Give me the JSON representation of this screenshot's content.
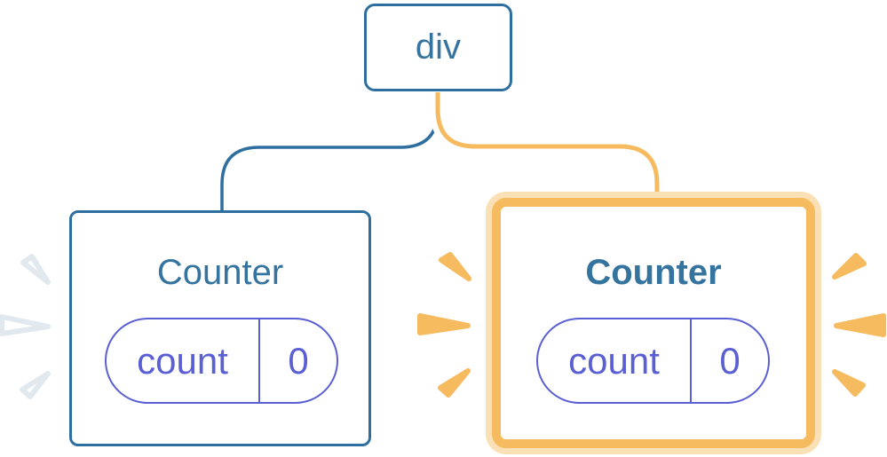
{
  "colors": {
    "blue_stroke": "#2e6f9f",
    "blue_text": "#35749e",
    "indigo": "#5a5fd3",
    "orange": "#f6ba5f",
    "orange_pale": "#fae1b5",
    "card_bg": "#ffffff",
    "spark_white": "#ffffff"
  },
  "root_node": {
    "label": "div"
  },
  "cards": {
    "left": {
      "title": "Counter",
      "highlighted": false,
      "state_pill": {
        "key": "count",
        "value": "0"
      }
    },
    "right": {
      "title": "Counter",
      "highlighted": true,
      "state_pill": {
        "key": "count",
        "value": "0"
      }
    }
  }
}
